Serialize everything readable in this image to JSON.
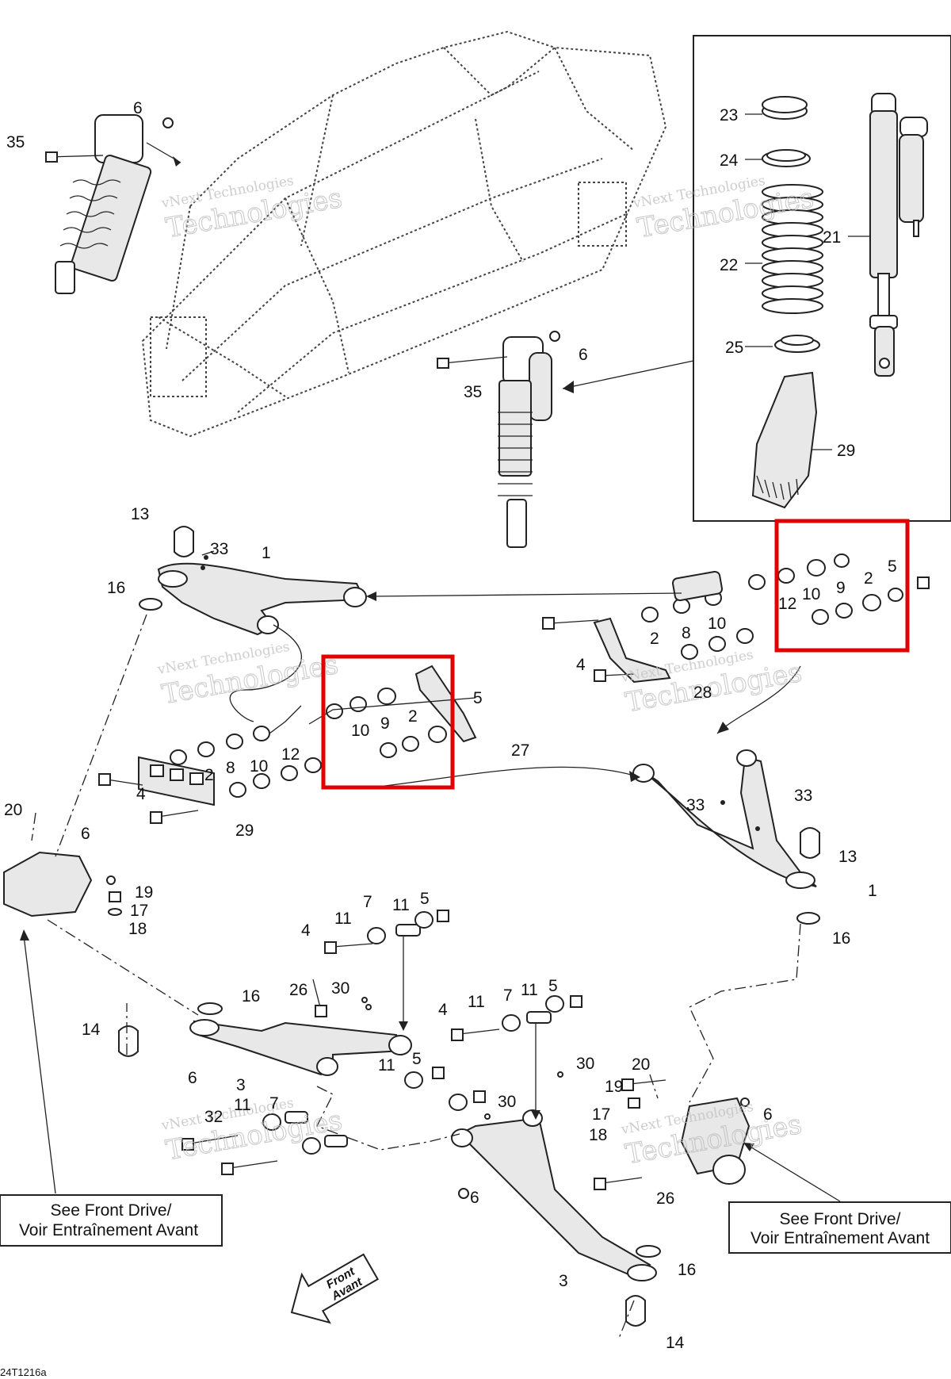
{
  "watermark": {
    "line1": "vNext Technologies",
    "line2": "Technologies"
  },
  "callouts": {
    "n1": "1",
    "n2": "2",
    "n3": "3",
    "n4": "4",
    "n5": "5",
    "n6": "6",
    "n7": "7",
    "n8": "8",
    "n9": "9",
    "n10": "10",
    "n11": "11",
    "n12": "12",
    "n13": "13",
    "n14": "14",
    "n16": "16",
    "n17": "17",
    "n18": "18",
    "n19": "19",
    "n20": "20",
    "n21": "21",
    "n22": "22",
    "n23": "23",
    "n24": "24",
    "n25": "25",
    "n26": "26",
    "n27": "27",
    "n28": "28",
    "n29": "29",
    "n30": "30",
    "n32": "32",
    "n33": "33",
    "n35": "35"
  },
  "notes": {
    "left_line1": "See Front Drive/",
    "left_line2": "Voir Entraînement Avant",
    "right_line1": "See Front Drive/",
    "right_line2": "Voir Entraînement Avant"
  },
  "front_arrow": {
    "line1": "Front",
    "line2": "Avant"
  },
  "figure_code": "24T1216a",
  "highlight_color": "#e00000"
}
